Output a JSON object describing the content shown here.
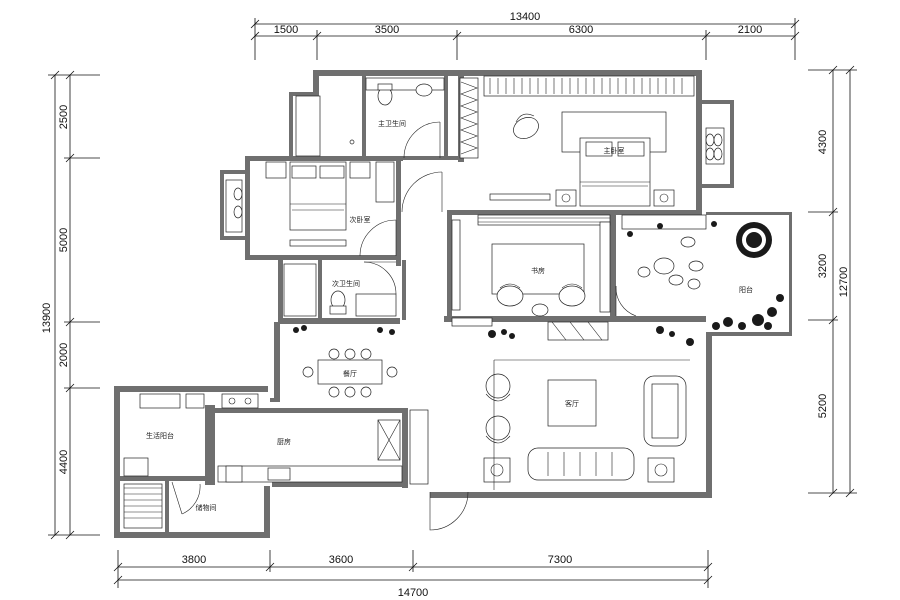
{
  "dimensions": {
    "top_total": "13400",
    "top": [
      "1500",
      "3500",
      "6300",
      "2100"
    ],
    "bottom_total": "14700",
    "bottom": [
      "3800",
      "3600",
      "7300"
    ],
    "left_total": "13900",
    "left": [
      "2500",
      "5000",
      "2000",
      "4400"
    ],
    "right_total": "12700",
    "right": [
      "4300",
      "3200",
      "5200"
    ]
  },
  "rooms": {
    "master_bath": "主卫生间",
    "master_bedroom": "主卧室",
    "second_bedroom": "次卧室",
    "second_bath": "次卫生间",
    "study": "书房",
    "living_room": "客厅",
    "dining": "餐厅",
    "kitchen": "厨房",
    "utility_balcony": "生活阳台",
    "storage": "储物间",
    "balcony": "阳台"
  }
}
